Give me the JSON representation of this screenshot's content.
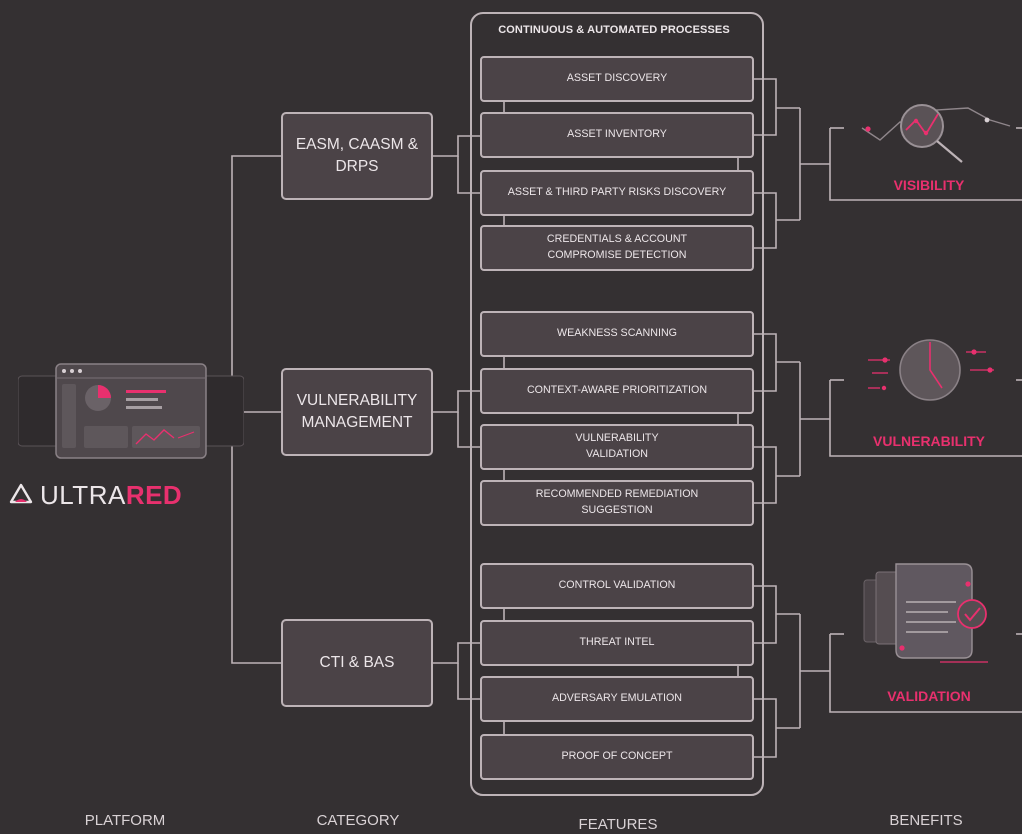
{
  "colors": {
    "background": "#343032",
    "box_fill": "#4b4347",
    "box_border": "#bdb3b7",
    "accent": "#e8306e",
    "text": "#ece6e9"
  },
  "features_header": "CONTINUOUS & AUTOMATED PROCESSES",
  "brand": {
    "part1": "ULTRA",
    "part2": "RED"
  },
  "categories": [
    {
      "label": "EASM, CAASM &\nDRPS"
    },
    {
      "label": "VULNERABILITY\nMANAGEMENT"
    },
    {
      "label": "CTI & BAS"
    }
  ],
  "features": [
    "ASSET DISCOVERY",
    "ASSET INVENTORY",
    "ASSET & THIRD PARTY RISKS DISCOVERY",
    "CREDENTIALS & ACCOUNT\nCOMPROMISE DETECTION",
    "WEAKNESS SCANNING",
    "CONTEXT-AWARE PRIORITIZATION",
    "VULNERABILITY\nVALIDATION",
    "RECOMMENDED REMEDIATION\nSUGGESTION",
    "CONTROL VALIDATION",
    "THREAT INTEL",
    "ADVERSARY EMULATION",
    "PROOF OF CONCEPT"
  ],
  "benefits": [
    {
      "label": "VISIBILITY",
      "icon": "graph-magnifier-icon"
    },
    {
      "label": "VULNERABILITY",
      "icon": "clock-radar-icon"
    },
    {
      "label": "VALIDATION",
      "icon": "document-check-icon"
    }
  ],
  "column_labels": {
    "platform": "PLATFORM",
    "category": "CATEGORY",
    "features": "FEATURES",
    "benefits": "BENEFITS"
  }
}
